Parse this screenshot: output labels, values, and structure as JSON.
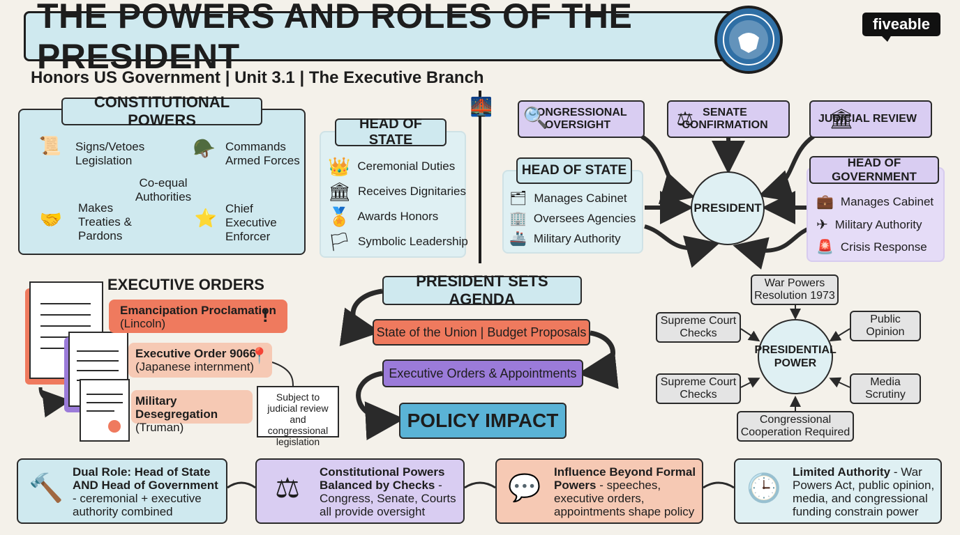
{
  "header": {
    "title": "THE POWERS AND ROLES OF THE PRESIDENT",
    "subtitle": "Honors US Government  | Unit 3.1  | The Executive Branch",
    "logo": "fiveable"
  },
  "constitutional": {
    "title": "CONSTITUTIONAL POWERS",
    "center": "Co-equal Authorities",
    "items": [
      "Signs/Vetoes Legislation",
      "Commands Armed Forces",
      "Makes Treaties & Pardons",
      "Chief Executive Enforcer"
    ]
  },
  "head_of_state_left": {
    "title": "HEAD OF STATE",
    "items": [
      "Ceremonial Duties",
      "Receives Dignitaries",
      "Awards Honors",
      "Symbolic Leadership"
    ]
  },
  "oversight": {
    "congressional": "CONGRESSIONAL OVERSIGHT",
    "senate": "SENATE CONFIRMATION",
    "judicial": "JUDICIAL REVIEW",
    "president": "PRESIDENT"
  },
  "head_of_state_mid": {
    "title": "HEAD OF STATE",
    "items": [
      "Manages Cabinet",
      "Oversees Agencies",
      "Military Authority"
    ]
  },
  "head_of_government": {
    "title": "HEAD OF GOVERNMENT",
    "items": [
      "Manages Cabinet",
      "Military Authority",
      "Crisis Response"
    ]
  },
  "executive_orders": {
    "title": "EXECUTIVE ORDERS",
    "items": [
      {
        "name": "Emancipation Proclamation",
        "detail": "(Lincoln)"
      },
      {
        "name": "Executive Order 9066",
        "detail": "(Japanese internment)"
      },
      {
        "name": "Military Desegregation",
        "detail": "(Truman)"
      }
    ],
    "note": "Subject to judicial review and congressional legislation"
  },
  "agenda": {
    "steps": [
      "PRESIDENT SETS AGENDA",
      "State of the Union | Budget Proposals",
      "Executive Orders & Appointments",
      "POLICY IMPACT"
    ]
  },
  "presidential_power": {
    "center": "PRESIDENTIAL POWER",
    "nodes": [
      "War Powers Resolution 1973",
      "Supreme Court Checks",
      "Public Opinion",
      "Supreme Court Checks",
      "Media Scrutiny",
      "Congressional Cooperation Required"
    ]
  },
  "footer": [
    {
      "bold": "Dual Role: Head of State AND Head of Government",
      "text": "- ceremonial + executive authority combined"
    },
    {
      "bold": "Constitutional Powers Balanced by Checks",
      "text": "- Congress, Senate, Courts all provide oversight"
    },
    {
      "bold": "Influence Beyond Formal Powers",
      "text": "- speeches, executive orders, appointments shape policy"
    },
    {
      "bold": "Limited Authority",
      "text": " - War Powers Act, public opinion, media, and congressional funding constrain power"
    }
  ]
}
